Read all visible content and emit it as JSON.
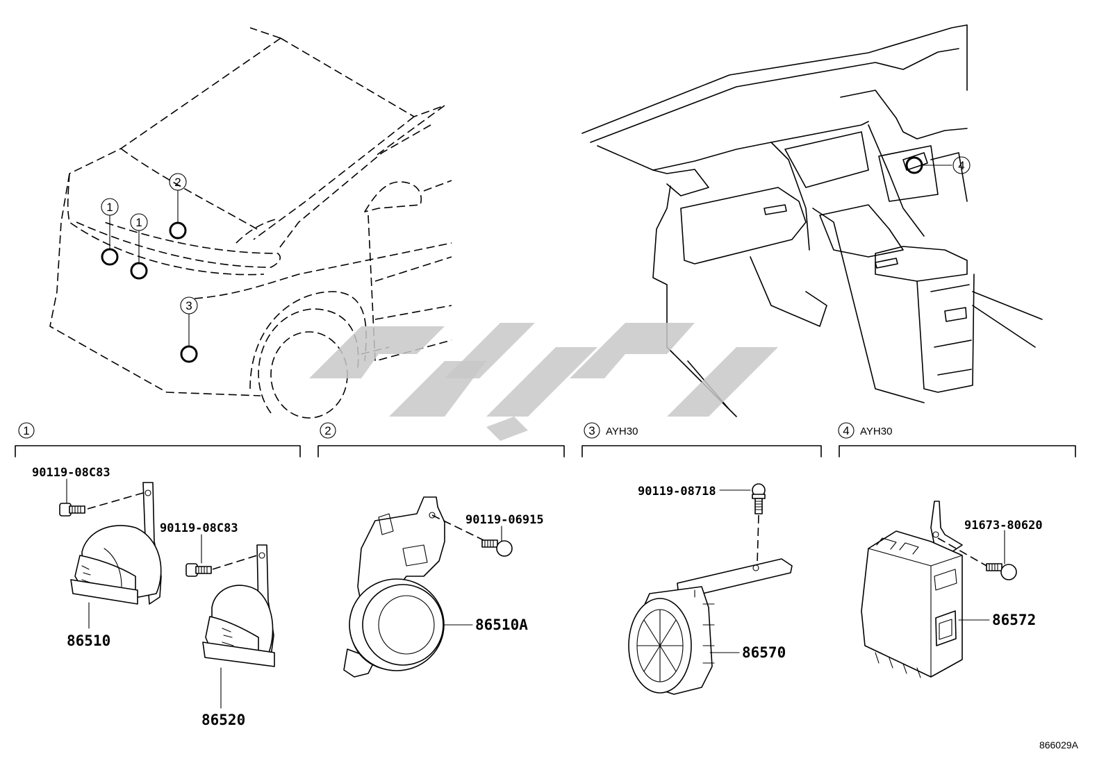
{
  "callouts": {
    "c1": "1",
    "c2": "2",
    "c3": "3",
    "c4": "4"
  },
  "sections": [
    {
      "num": "1",
      "model": ""
    },
    {
      "num": "2",
      "model": ""
    },
    {
      "num": "3",
      "model": "AYH30"
    },
    {
      "num": "4",
      "model": "AYH30"
    }
  ],
  "parts": {
    "bolt_high_horn": "90119-08C83",
    "bolt_low_horn": "90119-08C83",
    "horn_high": "86510",
    "horn_low": "86520",
    "bolt_horn_a": "90119-06915",
    "horn_a": "86510A",
    "bolt_siren": "90119-08718",
    "siren": "86570",
    "bolt_ecu": "91673-80620",
    "ecu": "86572"
  },
  "diagram_ref": "866029A",
  "colors": {
    "line": "#000000",
    "watermark": "#c8c8c8",
    "background": "#ffffff"
  }
}
